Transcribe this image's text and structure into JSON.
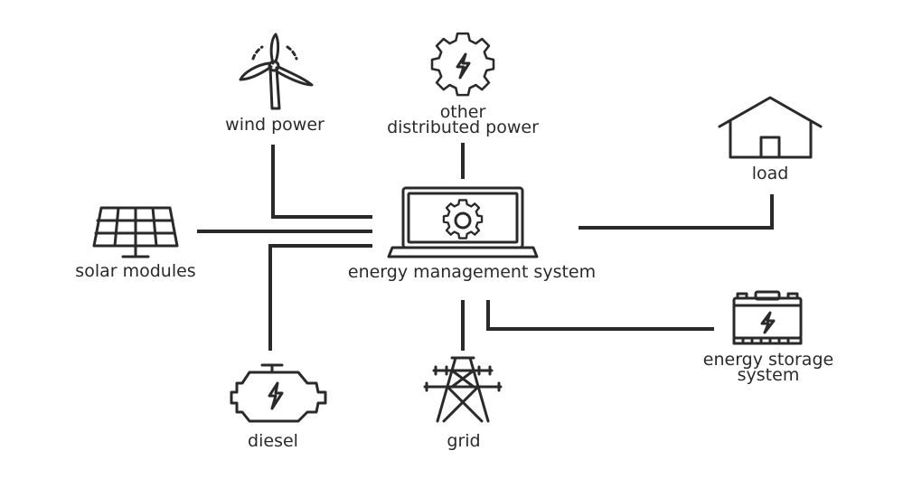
{
  "nodes": {
    "wind": {
      "label": "wind power",
      "icon": "wind-turbine-icon"
    },
    "other": {
      "label_line1": "other",
      "label_line2": "distributed power",
      "icon": "gear-bolt-icon"
    },
    "load": {
      "label": "load",
      "icon": "house-icon"
    },
    "solar": {
      "label": "solar modules",
      "icon": "solar-panel-icon"
    },
    "ems": {
      "label": "energy management system",
      "icon": "laptop-gear-icon"
    },
    "storage": {
      "label_line1": "energy storage",
      "label_line2": "system",
      "icon": "battery-icon"
    },
    "diesel": {
      "label": "diesel",
      "icon": "engine-icon"
    },
    "grid": {
      "label": "grid",
      "icon": "power-tower-icon"
    }
  },
  "colors": {
    "stroke": "#2a2a2a",
    "background": "#ffffff"
  }
}
